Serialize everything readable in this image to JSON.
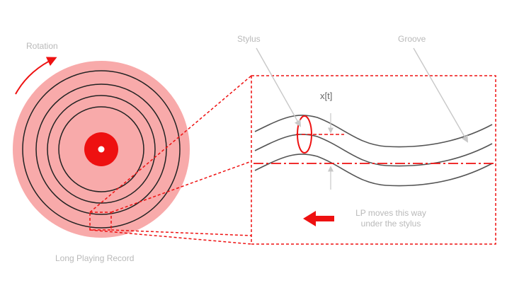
{
  "labels": {
    "rotation": "Rotation",
    "stylus": "Stylus",
    "groove": "Groove",
    "signal": "x[t]",
    "motion_line1": "LP moves this way",
    "motion_line2": "under the stylus",
    "record": "Long Playing Record"
  },
  "colors": {
    "accent": "#ee1111",
    "record_fill": "#f8aaaa",
    "groove_line": "#555555",
    "label_text": "#b9b9b9",
    "background": "#ffffff"
  },
  "record": {
    "groove_ring_count": 4
  },
  "zoom_panel": {
    "groove_line_count": 3
  }
}
